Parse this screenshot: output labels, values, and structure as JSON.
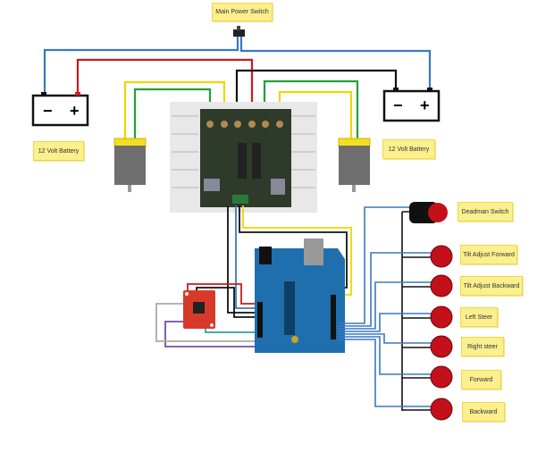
{
  "labels": {
    "main_power_switch": "Main Power Switch",
    "battery_left": "12 Volt Battery",
    "battery_right": "12 Volt Battery",
    "deadman_switch": "Deadman Switch",
    "tilt_forward": "Tilt Adjust Forward",
    "tilt_backward": "Tilt Adjust Backward",
    "left_steer": "Left Steer",
    "right_steer": "Right steer",
    "forward": "Forward",
    "backward": "Backward"
  },
  "battery_terminals": {
    "negative": "−",
    "positive": "+"
  },
  "colors": {
    "wire_blue": "#3a78c2",
    "wire_red": "#cc1a1a",
    "wire_black": "#111111",
    "wire_yellow": "#f2d400",
    "wire_green": "#22a03a",
    "arduino": "#1f6fae",
    "button_red": "#c4101a",
    "label_bg": "#fbef8e"
  }
}
